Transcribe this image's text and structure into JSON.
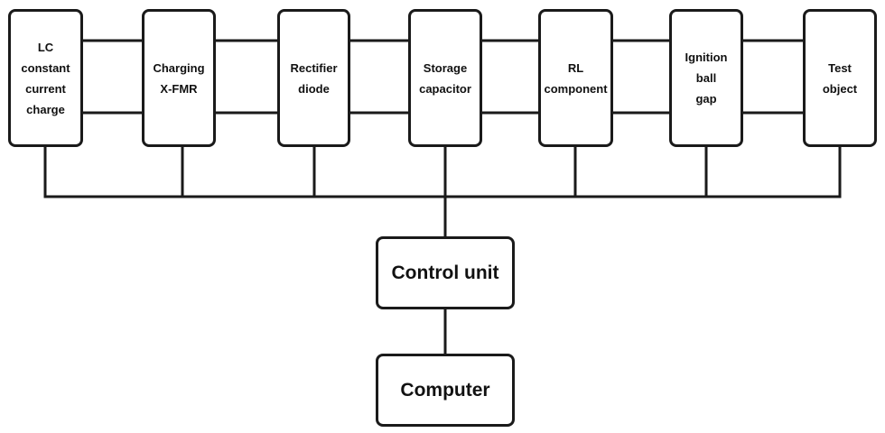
{
  "diagram": {
    "top_blocks": [
      {
        "id": "lc",
        "lines": [
          "LC",
          "constant",
          "current",
          "charge"
        ]
      },
      {
        "id": "charging",
        "lines": [
          "Charging",
          "X-FMR"
        ]
      },
      {
        "id": "rectifier",
        "lines": [
          "Rectifier",
          "diode"
        ]
      },
      {
        "id": "storage",
        "lines": [
          "Storage",
          "capacitor"
        ]
      },
      {
        "id": "rl",
        "lines": [
          "RL",
          "component"
        ]
      },
      {
        "id": "ignition",
        "lines": [
          "Ignition",
          "ball",
          "gap"
        ]
      },
      {
        "id": "test",
        "lines": [
          "Test",
          "object"
        ]
      }
    ],
    "control_unit": "Control unit",
    "computer": "Computer"
  }
}
